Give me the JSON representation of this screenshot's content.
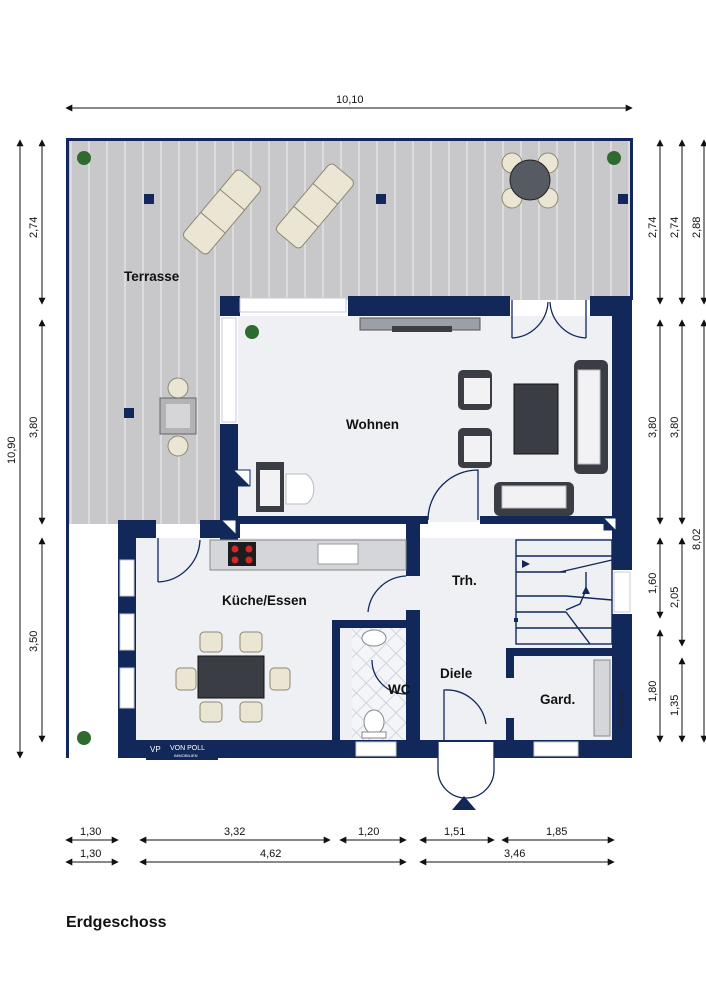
{
  "floor_title": "Erdgeschoss",
  "rooms": {
    "terrace": "Terrasse",
    "living": "Wohnen",
    "kitchen": "Küche/Essen",
    "stairs": "Trh.",
    "hall": "Diele",
    "wc": "WC",
    "wardrobe": "Gard."
  },
  "dimensions": {
    "top_width": "10,10",
    "left_total": "10,90",
    "left_terrace": "2,74",
    "left_living": "3,80",
    "left_kitchen": "3,50",
    "right_inner_top": "2,74",
    "right_mid_top": "2,74",
    "right_outer_top": "2,88",
    "right_inner_living": "3,80",
    "right_mid_living": "3,80",
    "right_stairs": "1,60",
    "right_stairs_total": "2,05",
    "right_outer_total": "8,02",
    "right_gard": "1,80",
    "right_gard_inner": "1,35",
    "bottom_row1_a": "1,30",
    "bottom_row1_b": "3,32",
    "bottom_row1_c": "1,20",
    "bottom_row1_d": "1,51",
    "bottom_row1_e": "1,85",
    "bottom_row2_a": "1,30",
    "bottom_row2_b": "4,62",
    "bottom_row2_c": "3,46"
  },
  "logo": {
    "mark": "VP",
    "name": "VON POLL",
    "sub": "IMMOBILIEN"
  },
  "watermark": "Immogrundriss",
  "colors": {
    "wall": "#12285a",
    "floor": "#eef0f4",
    "deck": "#c9c9cb",
    "deck_line": "#e2e2e4"
  }
}
